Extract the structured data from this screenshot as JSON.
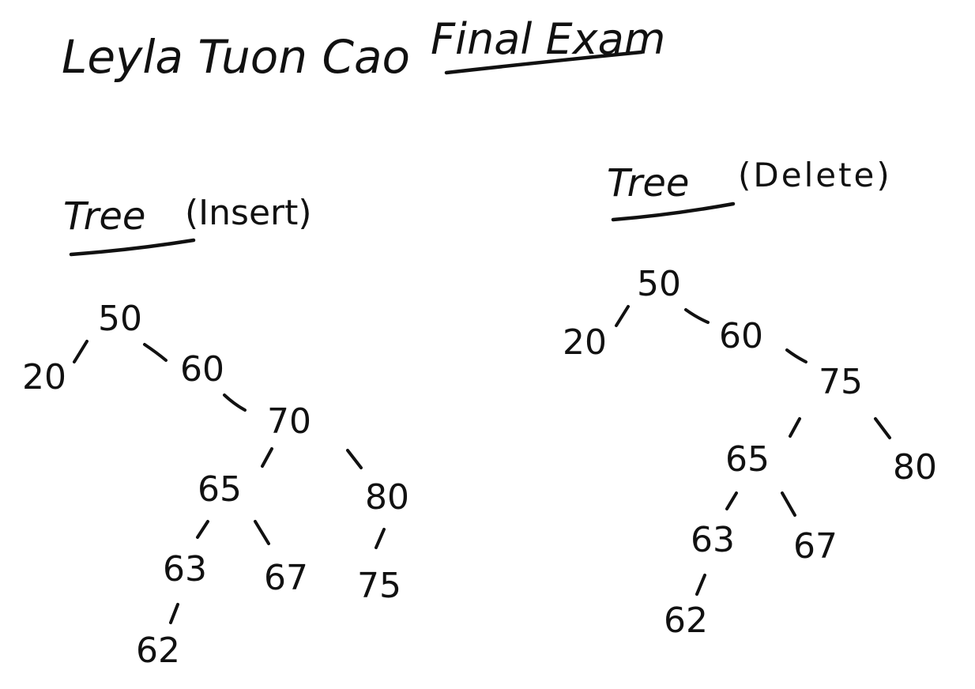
{
  "header": {
    "name": "Leyla Tuon Cao",
    "exam_title": "Final Exam"
  },
  "tree_insert": {
    "title": "Tree",
    "subtitle": "(Insert)",
    "nodes": {
      "n50": "50",
      "n20": "20",
      "n60": "60",
      "n70": "70",
      "n65": "65",
      "n80": "80",
      "n63": "63",
      "n67": "67",
      "n75": "75",
      "n62": "62"
    }
  },
  "tree_delete": {
    "title": "Tree",
    "subtitle": "(Delete)",
    "nodes": {
      "n50": "50",
      "n20": "20",
      "n60": "60",
      "n75": "75",
      "n65": "65",
      "n80": "80",
      "n63": "63",
      "n67": "67",
      "n62": "62"
    }
  },
  "colors": {
    "ink": "#111111",
    "paper": "#ffffff"
  }
}
